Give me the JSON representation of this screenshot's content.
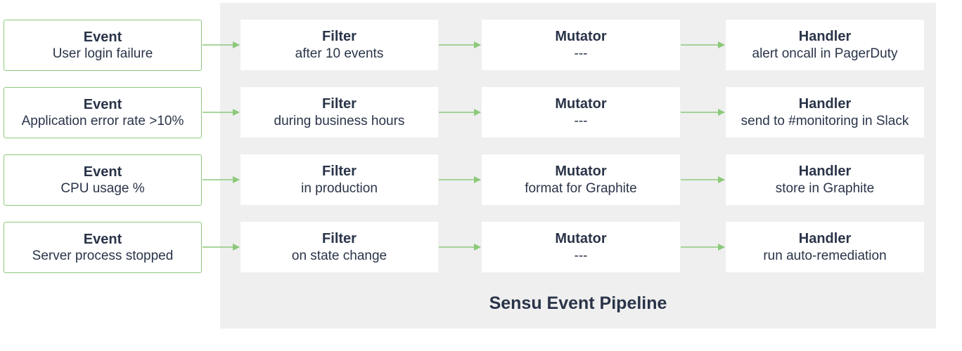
{
  "pipeline": {
    "title": "Sensu Event Pipeline"
  },
  "colors": {
    "accent_green": "#8cc97a",
    "text_navy": "#2a3449",
    "pipeline_background": "#efefef"
  },
  "rows": [
    {
      "event": {
        "title": "Event",
        "text": "User login failure"
      },
      "filter": {
        "title": "Filter",
        "text": "after 10 events"
      },
      "mutator": {
        "title": "Mutator",
        "text": "---"
      },
      "handler": {
        "title": "Handler",
        "text": "alert oncall in PagerDuty"
      }
    },
    {
      "event": {
        "title": "Event",
        "text": "Application error rate >10%"
      },
      "filter": {
        "title": "Filter",
        "text": "during business hours"
      },
      "mutator": {
        "title": "Mutator",
        "text": "---"
      },
      "handler": {
        "title": "Handler",
        "text": "send to #monitoring in Slack"
      }
    },
    {
      "event": {
        "title": "Event",
        "text": "CPU usage %"
      },
      "filter": {
        "title": "Filter",
        "text": "in production"
      },
      "mutator": {
        "title": "Mutator",
        "text": "format for Graphite"
      },
      "handler": {
        "title": "Handler",
        "text": "store in Graphite"
      }
    },
    {
      "event": {
        "title": "Event",
        "text": "Server process stopped"
      },
      "filter": {
        "title": "Filter",
        "text": "on state change"
      },
      "mutator": {
        "title": "Mutator",
        "text": "---"
      },
      "handler": {
        "title": "Handler",
        "text": "run auto-remediation"
      }
    }
  ]
}
